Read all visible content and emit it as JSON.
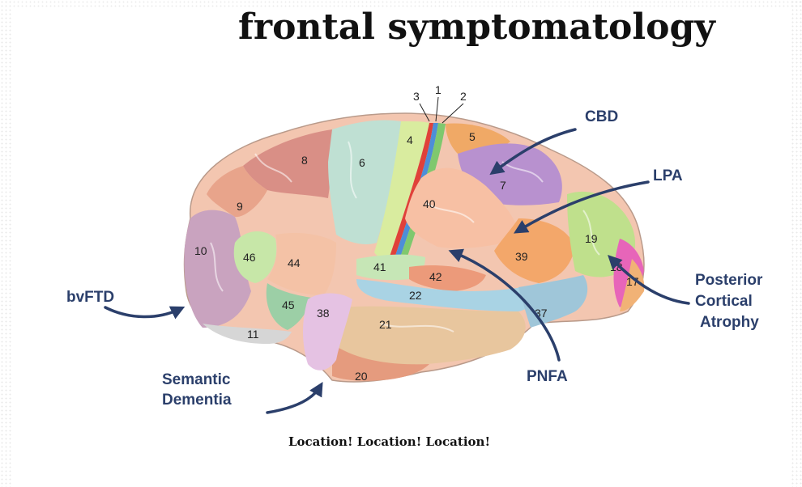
{
  "title": "frontal symptomatology",
  "caption": "Location! Location! Location!",
  "syndromes": {
    "cbd": "CBD",
    "lpa": "LPA",
    "bvftd": "bvFTD",
    "semantic_line1": "Semantic",
    "semantic_line2": "Dementia",
    "pnfa": "PNFA",
    "pca_line1": "Posterior",
    "pca_line2": "Cortical",
    "pca_line3": "Atrophy"
  },
  "brodmann_areas": {
    "a1": "1",
    "a2": "2",
    "a3": "3",
    "a4": "4",
    "a5": "5",
    "a6": "6",
    "a7": "7",
    "a8": "8",
    "a9": "9",
    "a10": "10",
    "a11": "11",
    "a17": "17",
    "a18": "18",
    "a19": "19",
    "a20": "20",
    "a21": "21",
    "a22": "22",
    "a37": "37",
    "a38": "38",
    "a39": "39",
    "a40": "40",
    "a41": "41",
    "a42": "42",
    "a44": "44",
    "a45": "45",
    "a46": "46"
  },
  "colors": {
    "arrow": "#2b3f6b",
    "text_label": "#2b3f6b"
  }
}
